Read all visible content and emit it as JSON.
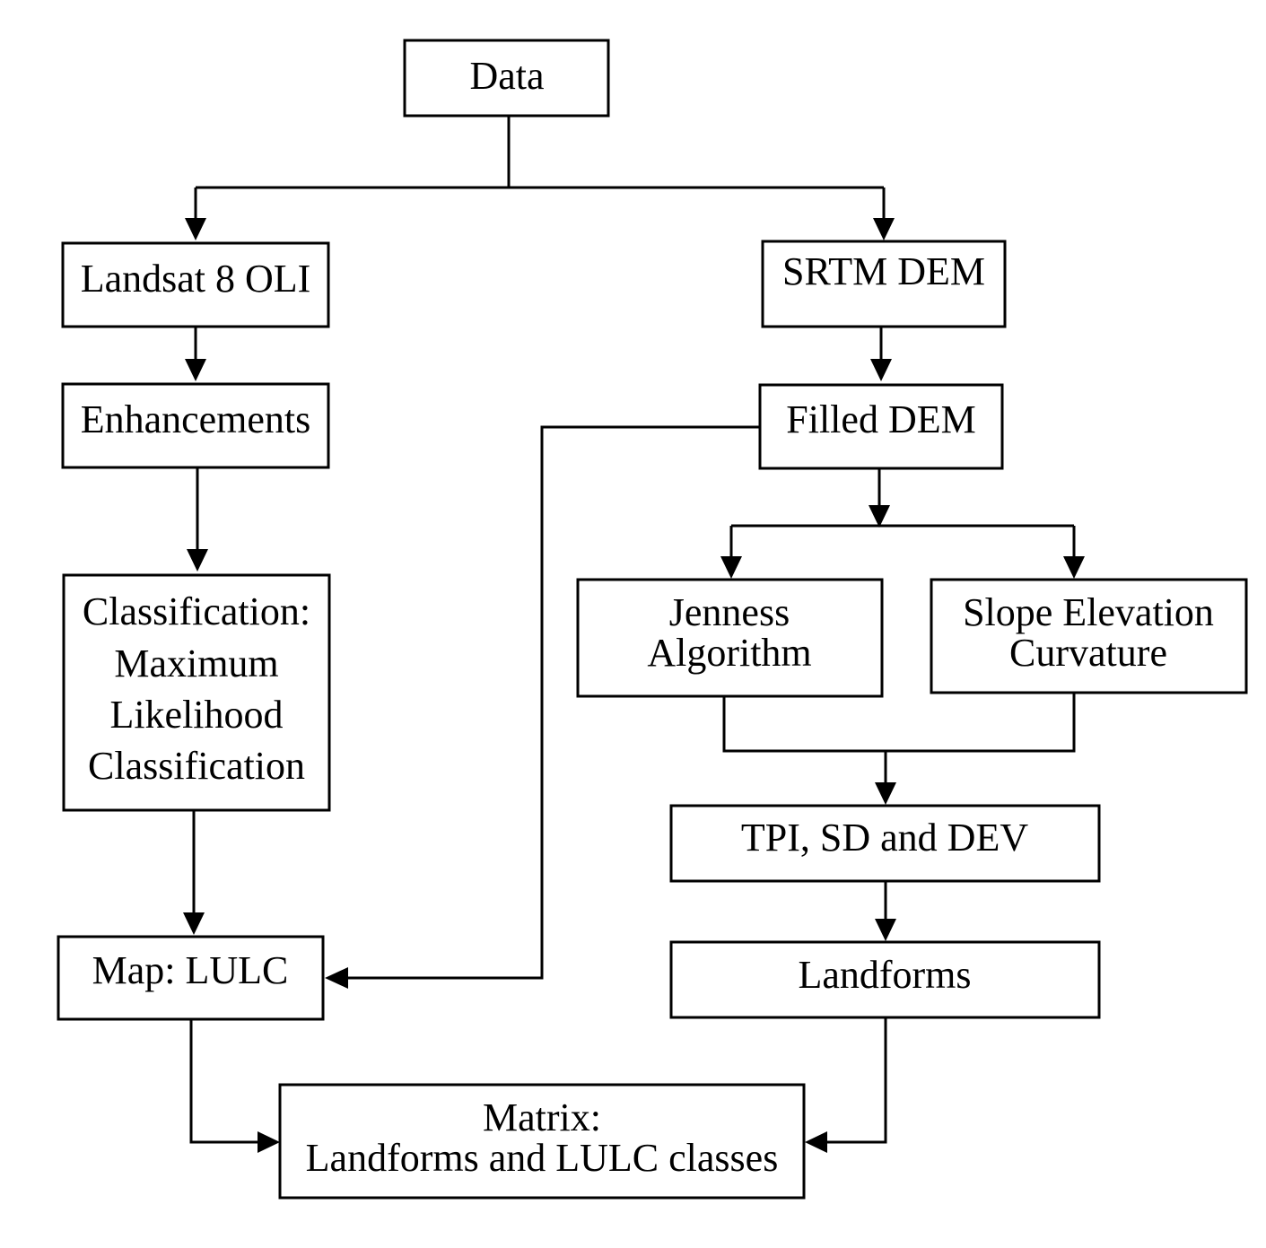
{
  "diagram": {
    "nodes": {
      "data": {
        "lines": [
          "Data"
        ]
      },
      "landsat": {
        "lines": [
          "Landsat 8 OLI"
        ]
      },
      "enhancements": {
        "lines": [
          "Enhancements"
        ]
      },
      "classification": {
        "lines": [
          "Classification:",
          "Maximum",
          "Likelihood",
          "Classification"
        ]
      },
      "map_lulc": {
        "lines": [
          "Map: LULC"
        ]
      },
      "srtm": {
        "lines": [
          "SRTM DEM"
        ]
      },
      "filled_dem": {
        "lines": [
          "Filled DEM"
        ]
      },
      "jenness": {
        "lines": [
          "Jenness",
          "Algorithm"
        ]
      },
      "slope": {
        "lines": [
          "Slope Elevation",
          "Curvature"
        ]
      },
      "tpi": {
        "lines": [
          "TPI, SD and DEV"
        ]
      },
      "landforms": {
        "lines": [
          "Landforms"
        ]
      },
      "matrix": {
        "lines": [
          "Matrix:",
          "Landforms and LULC classes"
        ]
      }
    },
    "edges": [
      {
        "from": "data",
        "to": "landsat"
      },
      {
        "from": "data",
        "to": "srtm"
      },
      {
        "from": "landsat",
        "to": "enhancements"
      },
      {
        "from": "enhancements",
        "to": "classification"
      },
      {
        "from": "classification",
        "to": "map_lulc"
      },
      {
        "from": "srtm",
        "to": "filled_dem"
      },
      {
        "from": "filled_dem",
        "to": "map_lulc"
      },
      {
        "from": "filled_dem",
        "to": "jenness"
      },
      {
        "from": "filled_dem",
        "to": "slope"
      },
      {
        "from": "jenness",
        "to": "tpi"
      },
      {
        "from": "slope",
        "to": "tpi"
      },
      {
        "from": "tpi",
        "to": "landforms"
      },
      {
        "from": "map_lulc",
        "to": "matrix"
      },
      {
        "from": "landforms",
        "to": "matrix"
      }
    ],
    "colors": {
      "stroke": "#000000",
      "fill": "#ffffff",
      "text": "#000000"
    }
  }
}
